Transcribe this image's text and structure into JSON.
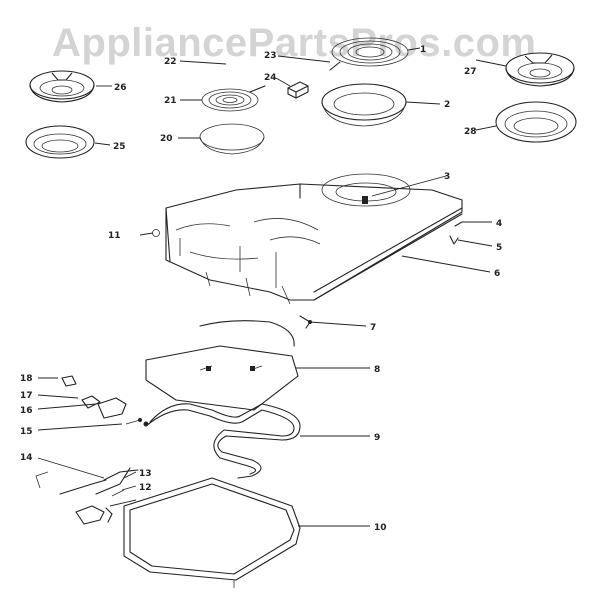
{
  "watermark": "AppliancePartsPros.com",
  "callouts": [
    "1",
    "2",
    "3",
    "4",
    "5",
    "6",
    "7",
    "8",
    "9",
    "10",
    "11",
    "12",
    "13",
    "14",
    "15",
    "16",
    "17",
    "18",
    "20",
    "21",
    "22",
    "23",
    "24",
    "25",
    "26",
    "27",
    "28"
  ],
  "colors": {
    "ink": "#222222",
    "watermark": "#d4d4d4",
    "background": "#ffffff"
  }
}
